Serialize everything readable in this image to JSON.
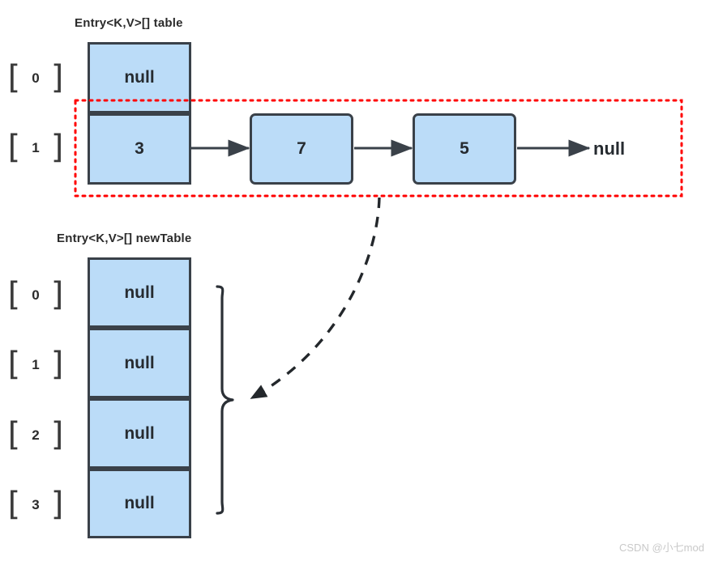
{
  "figure": {
    "background_color": "#ffffff",
    "box_fill_color": "#bbdcf8",
    "box_border_color": "#3a4149",
    "highlight_color": "#ff0000",
    "line_color": "#3a4149"
  },
  "table": {
    "title": "Entry<K,V>[] table",
    "indices": [
      {
        "open": "[",
        "num": "0",
        "close": "]"
      },
      {
        "open": "[",
        "num": "1",
        "close": "]"
      }
    ],
    "cells": [
      {
        "value": "null"
      },
      {
        "value": "3"
      }
    ]
  },
  "chain": {
    "nodes": [
      {
        "value": "7"
      },
      {
        "value": "5"
      }
    ],
    "terminator": "null"
  },
  "new_table": {
    "title": "Entry<K,V>[] newTable",
    "indices": [
      {
        "open": "[",
        "num": "0",
        "close": "]"
      },
      {
        "open": "[",
        "num": "1",
        "close": "]"
      },
      {
        "open": "[",
        "num": "2",
        "close": "]"
      },
      {
        "open": "[",
        "num": "3",
        "close": "]"
      }
    ],
    "cells": [
      {
        "value": "null"
      },
      {
        "value": "null"
      },
      {
        "value": "null"
      },
      {
        "value": "null"
      }
    ]
  },
  "annotations": {
    "highlight_box": "dotted-red-rectangle-around-bucket-1-chain",
    "transfer_arrow": "dashed-curved-arrow-from-old-chain-to-new-table"
  },
  "watermark": {
    "text": "CSDN @小七mod"
  }
}
